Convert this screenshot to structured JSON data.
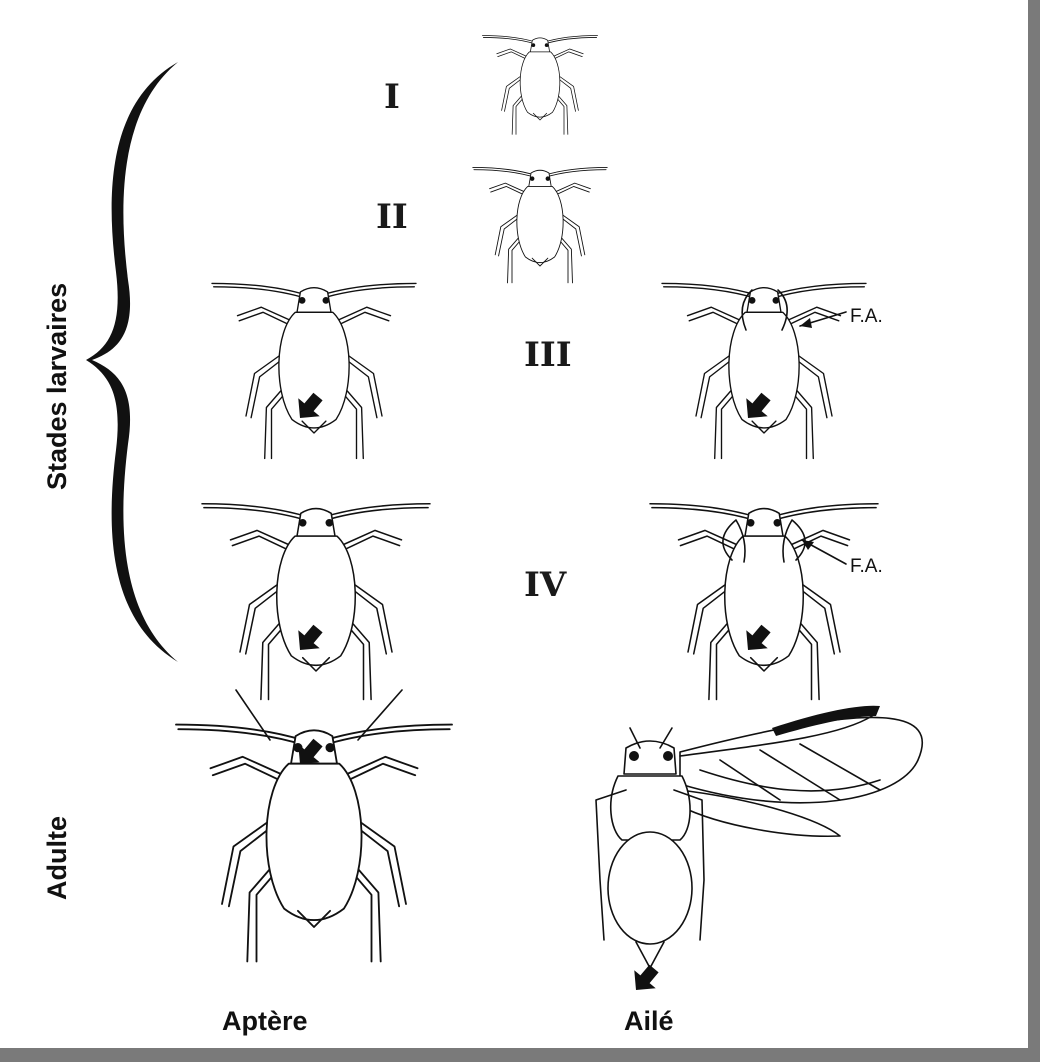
{
  "labels": {
    "stade_larvaires": "Stades larvaires",
    "adulte": "Adulte",
    "aptere": "Aptère",
    "aile": "Ailé",
    "roman_1": "I",
    "roman_2": "II",
    "roman_3": "III",
    "roman_4": "IV",
    "fa_3": "F.A.",
    "fa_4": "F.A."
  },
  "colors": {
    "frame": "#7a7a7a",
    "ink": "#111111"
  }
}
